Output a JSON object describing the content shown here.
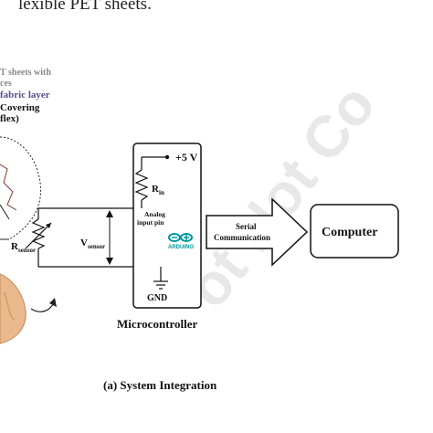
{
  "header": {
    "text": "lexible PET sheets."
  },
  "legend": {
    "line1": "T sheets with",
    "line2": "ces",
    "line3": "fabric layer",
    "line4": "Covering",
    "line5": "flex)"
  },
  "circuit": {
    "supply": "+5 V",
    "r_in": "R",
    "r_in_sub": "in",
    "analog_line1": "Analog",
    "analog_line2": "input pin",
    "arduino": "ARDUINO",
    "gnd": "GND",
    "r_sensor": "R",
    "r_sensor_sub": "sensor",
    "v_sensor": "V",
    "v_sensor_sub": "sensor"
  },
  "blocks": {
    "microcontroller": "Microcontroller",
    "serial_line1": "Serial",
    "serial_line2": "Communication",
    "computer": "Computer"
  },
  "caption": "(a) System Integration",
  "watermark": "ot Not Co",
  "colors": {
    "arduino": "#00979d",
    "fabric": "#5b4a8a",
    "hand": "#e9b88c"
  }
}
